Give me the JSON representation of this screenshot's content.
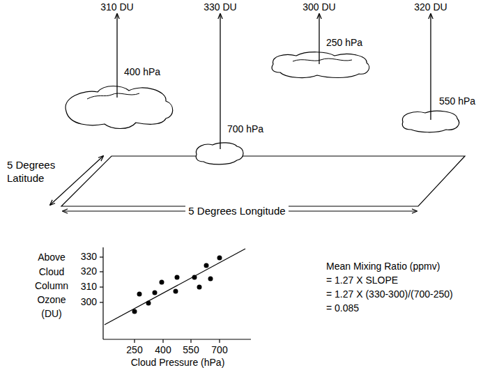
{
  "diagram": {
    "labels": [
      "310 DU",
      "330 DU",
      "300 DU",
      "320 DU",
      "250 hPa",
      "400 hPa",
      "550 hPa",
      "700 hPa",
      "5 Degrees Latitude",
      "5 Degrees Longitude",
      "Above Cloud Column Ozone (DU)",
      "330",
      "320",
      "310",
      "300",
      "250",
      "400",
      "550",
      "700",
      "Cloud Pressure (hPa)",
      "Mean Mixing Ratio (ppmv)",
      "= 1.27 X SLOPE",
      "= 1.27 X (330-300)/(700-250)",
      "= 0.085"
    ]
  }
}
